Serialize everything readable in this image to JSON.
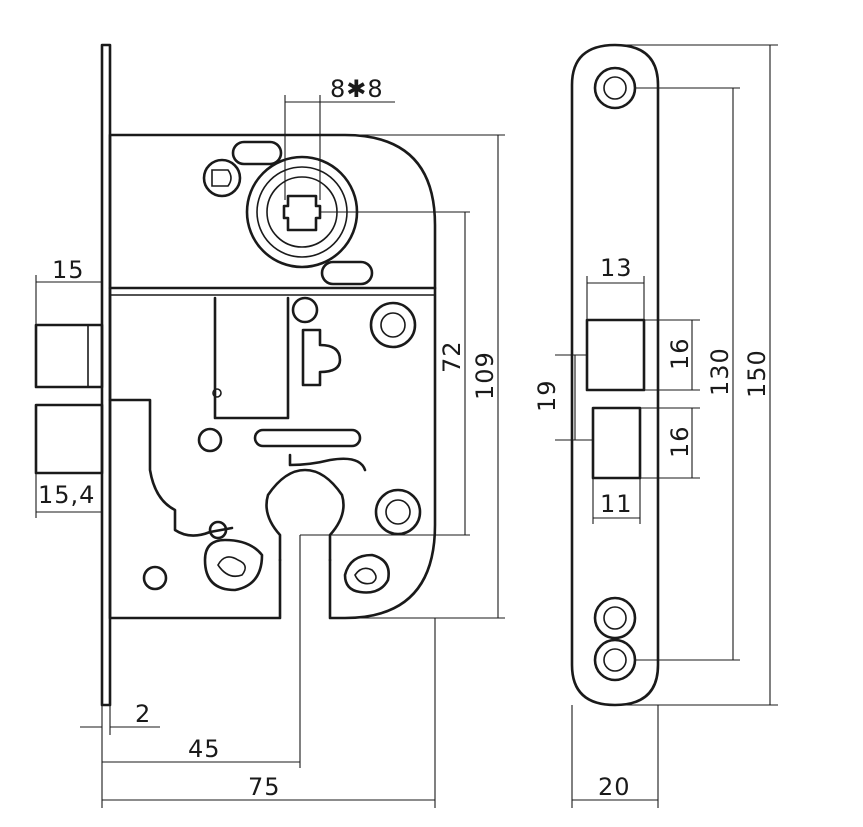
{
  "dimensions": {
    "spindle": "8✱8",
    "backset_overhang": "15",
    "latch_overhang": "15,4",
    "faceplate_thickness": "2",
    "backset": "45",
    "body_depth": "75",
    "follower_to_cylinder": "72",
    "body_height": "109",
    "strike_width": "20",
    "strike_height": "150",
    "strike_hole_spacing": "130",
    "opening_width_top": "13",
    "opening_width_bottom": "11",
    "opening_height_top": "16",
    "opening_height_bottom": "16",
    "opening_gap": "19"
  }
}
